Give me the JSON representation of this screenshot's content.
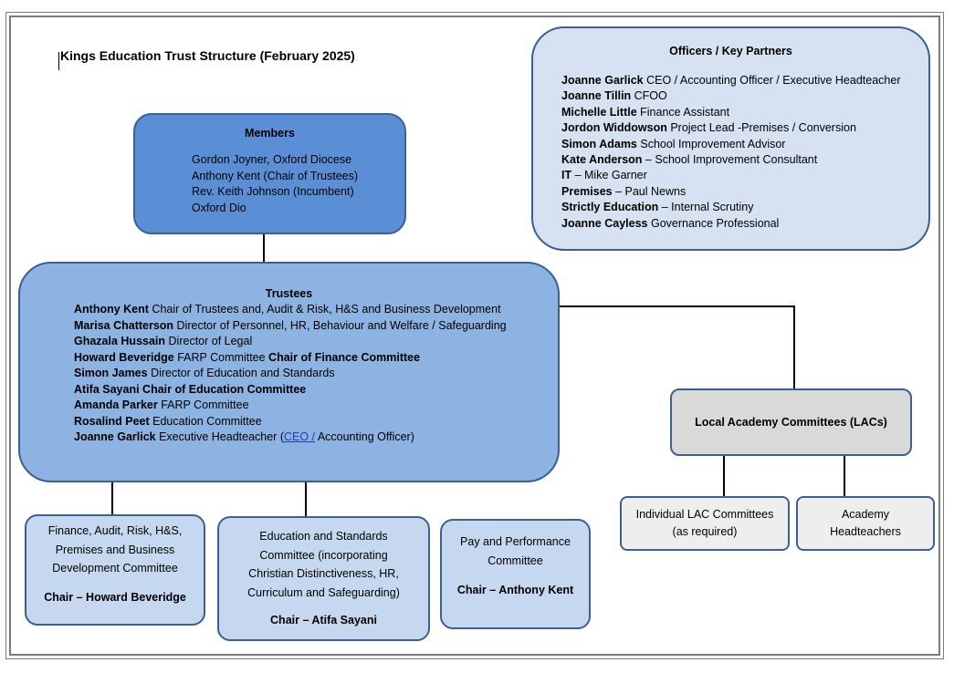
{
  "title": "Kings Education Trust Structure (February 2025)",
  "members": {
    "heading": "Members",
    "list": [
      "Gordon Joyner, Oxford Diocese",
      "Anthony Kent (Chair of Trustees)",
      "Rev. Keith Johnson (Incumbent)",
      "Oxford Dio"
    ]
  },
  "officers": {
    "heading": "Officers / Key Partners",
    "items": [
      {
        "name": "Joanne Garlick",
        "role": " CEO / Accounting Officer / Executive Headteacher"
      },
      {
        "name": "Joanne Tillin",
        "role": " CFOO"
      },
      {
        "name": "Michelle Little",
        "role": " Finance Assistant"
      },
      {
        "name": "Jordon Widdowson",
        "role": " Project Lead -Premises / Conversion"
      },
      {
        "name": "Simon Adams",
        "role": " School Improvement Advisor"
      },
      {
        "name": "Kate Anderson",
        "role": " – School Improvement Consultant"
      },
      {
        "name": "IT",
        "role": " – Mike Garner"
      },
      {
        "name": "Premises",
        "role": " – Paul Newns"
      },
      {
        "name": "Strictly Education",
        "role": " – Internal Scrutiny"
      },
      {
        "name": "Joanne Cayless",
        "role": " Governance Professional"
      }
    ]
  },
  "trustees": {
    "heading": "Trustees",
    "items": [
      {
        "name": "Anthony Kent",
        "role": " Chair of Trustees and, Audit & Risk, H&S and Business Development",
        "extra": ""
      },
      {
        "name": "Marisa Chatterson",
        "role": " Director of Personnel, HR, Behaviour and Welfare / Safeguarding",
        "extra": ""
      },
      {
        "name": "Ghazala Hussain",
        "role": " Director of Legal",
        "extra": ""
      },
      {
        "name": "Howard Beveridge",
        "role": " FARP Committee ",
        "extra": "Chair of Finance Committee"
      },
      {
        "name": "Simon James",
        "role": " Director of Education and Standards",
        "extra": ""
      },
      {
        "name": "Atifa Sayani",
        "role": " ",
        "extra": "Chair of Education Committee"
      },
      {
        "name": "Amanda Parker",
        "role": " FARP Committee",
        "extra": ""
      },
      {
        "name": "Rosalind Peet",
        "role": " Education Committee",
        "extra": ""
      }
    ],
    "last": {
      "name": "Joanne Garlick",
      "role": " Executive Headteacher (",
      "link": "CEO  /",
      "tail": " Accounting Officer)"
    }
  },
  "lac": {
    "label": "Local Academy Committees (LACs)"
  },
  "individual_lac": {
    "line1": "Individual LAC Committees",
    "line2": "(as required)"
  },
  "academy_heads": {
    "line1": "Academy",
    "line2": "Headteachers"
  },
  "farp": {
    "lines": [
      "Finance, Audit, Risk, H&S,",
      "Premises and Business",
      "Development Committee"
    ],
    "chair": "Chair – Howard Beveridge"
  },
  "education": {
    "lines": [
      "Education and Standards",
      "Committee (incorporating",
      "Christian Distinctiveness, HR,",
      "Curriculum and Safeguarding)"
    ],
    "chair": "Chair – Atifa Sayani"
  },
  "pay": {
    "lines": [
      "Pay and Performance",
      "Committee"
    ],
    "chair": "Chair – Anthony Kent"
  }
}
